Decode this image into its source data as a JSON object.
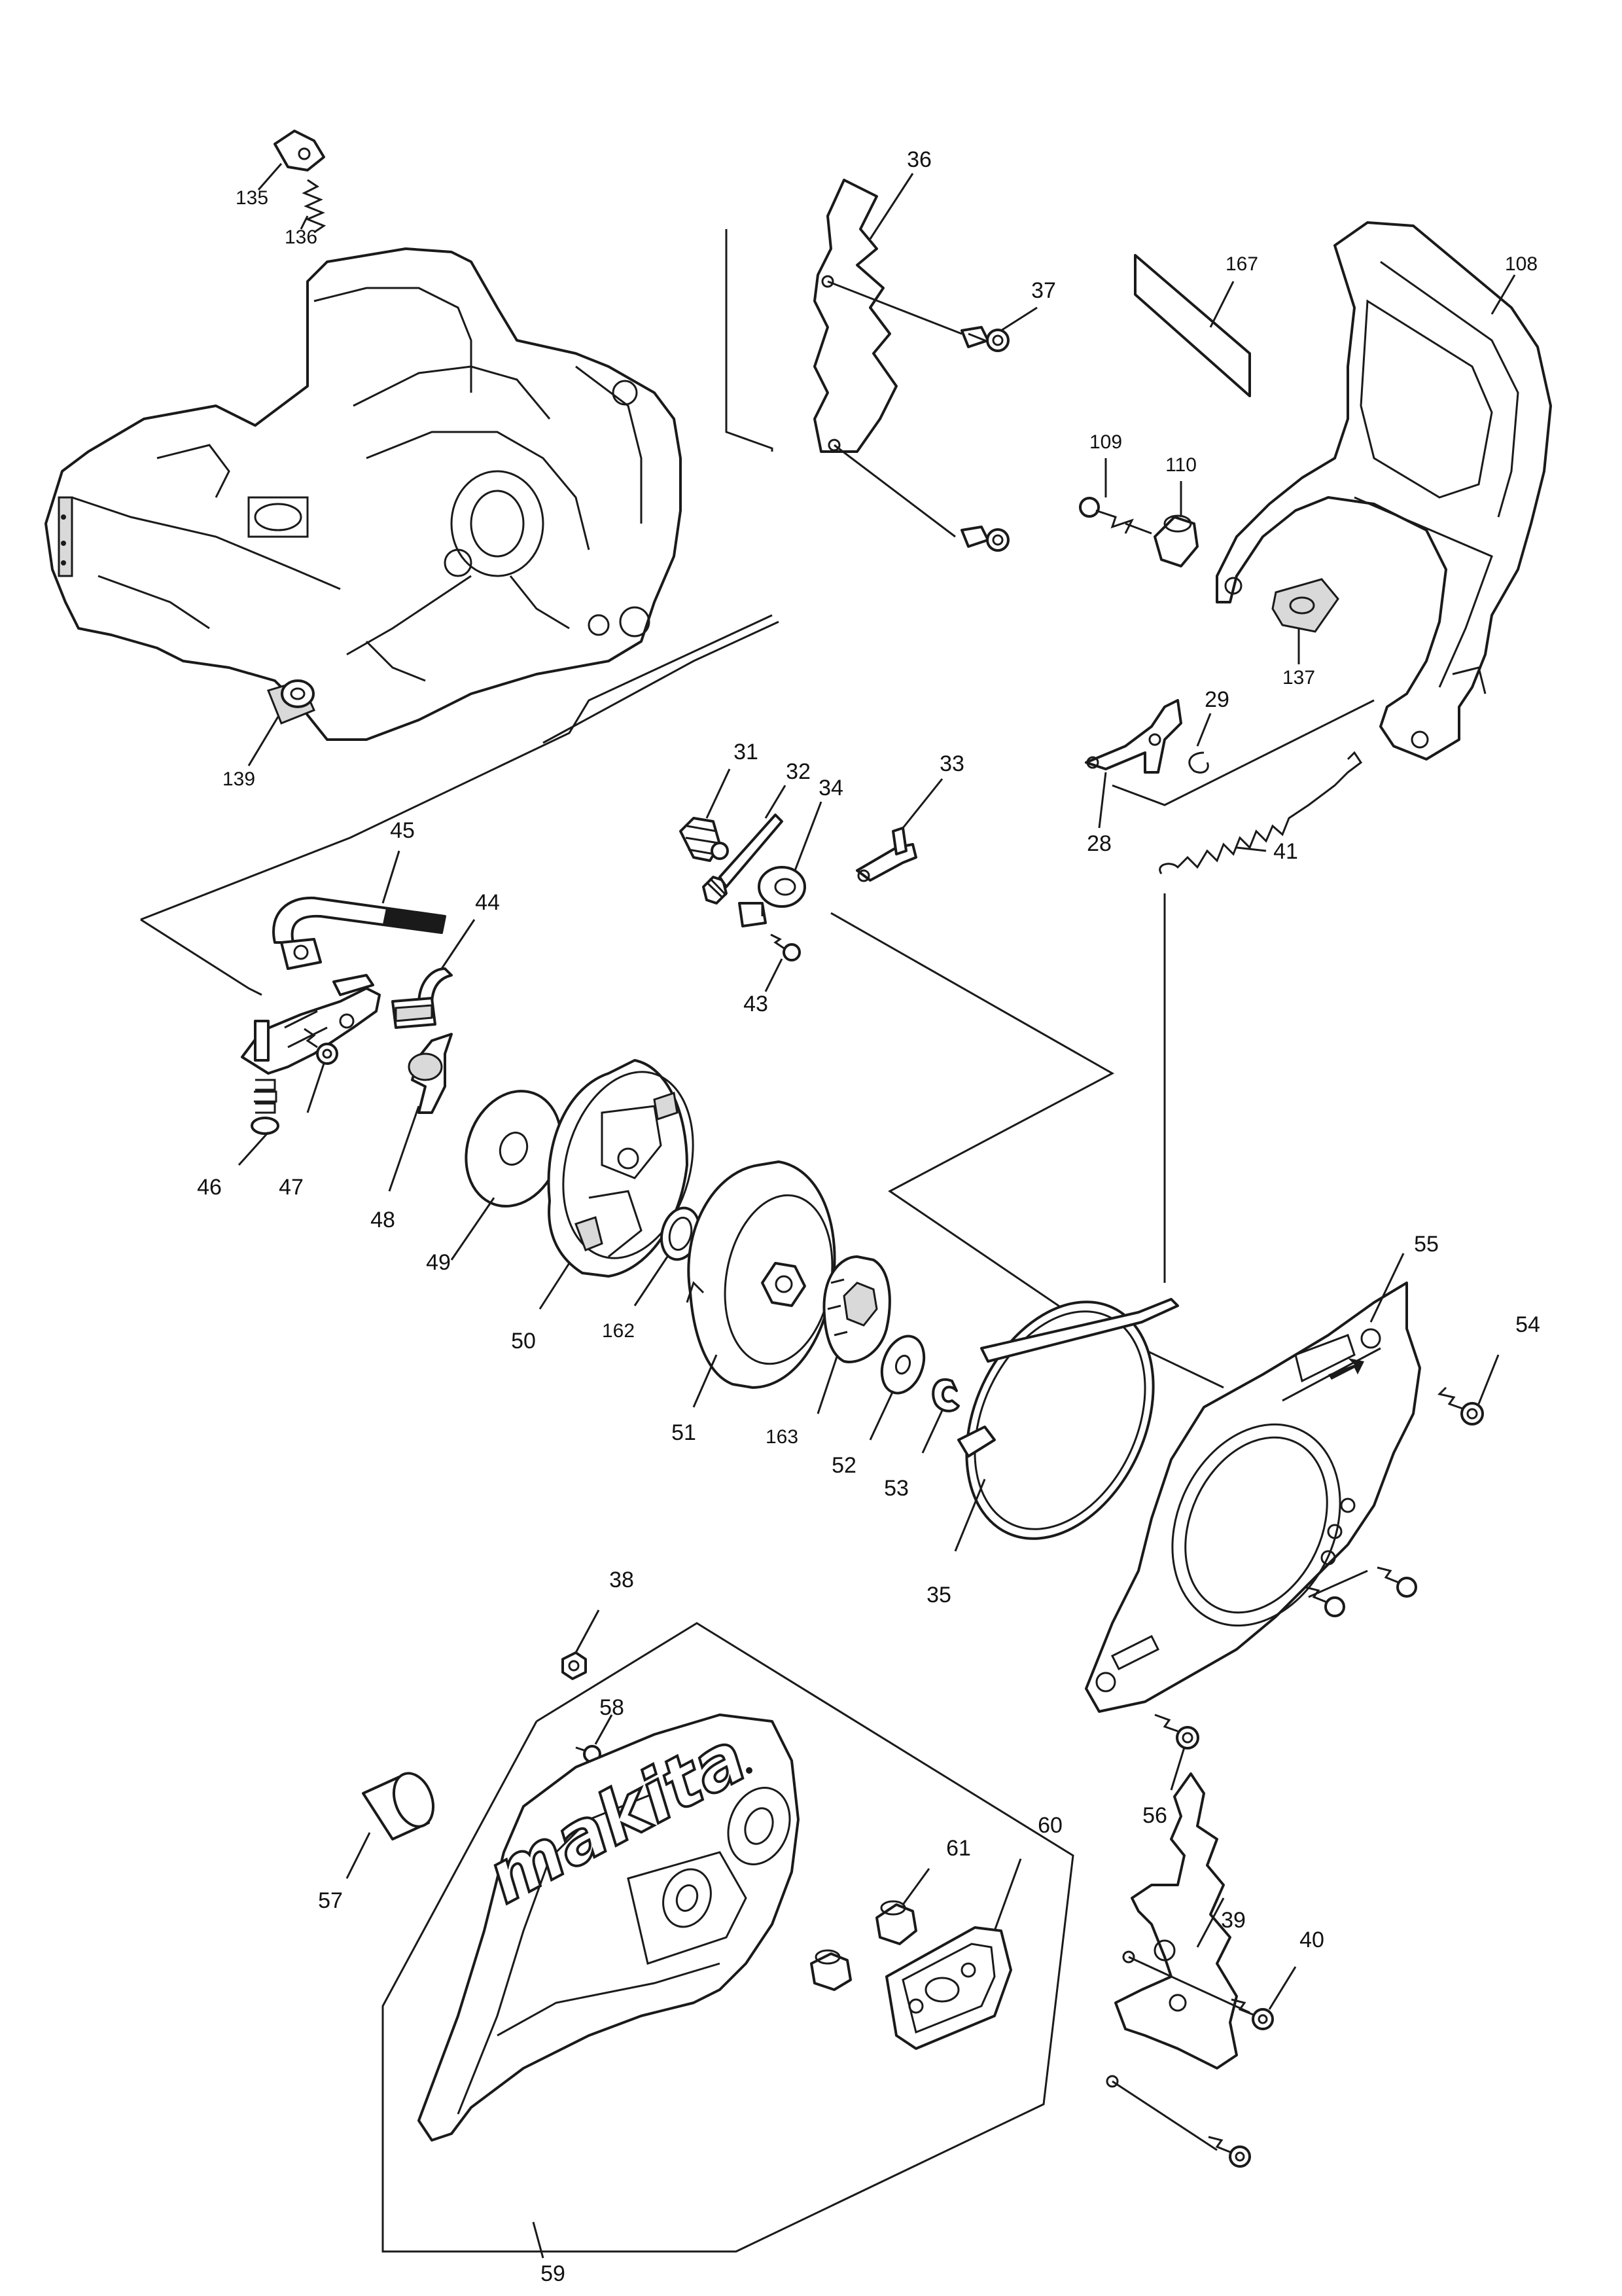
{
  "diagram": {
    "type": "exploded-parts-diagram",
    "brand_logo_text": "makita",
    "part_numbers": [
      "135",
      "136",
      "36",
      "37",
      "167",
      "108",
      "109",
      "110",
      "137",
      "139",
      "29",
      "28",
      "41",
      "31",
      "32",
      "34",
      "33",
      "43",
      "45",
      "44",
      "46",
      "47",
      "48",
      "49",
      "50",
      "162",
      "51",
      "163",
      "52",
      "53",
      "35",
      "55",
      "54",
      "56",
      "38",
      "58",
      "57",
      "59",
      "61",
      "60",
      "39",
      "40"
    ]
  }
}
